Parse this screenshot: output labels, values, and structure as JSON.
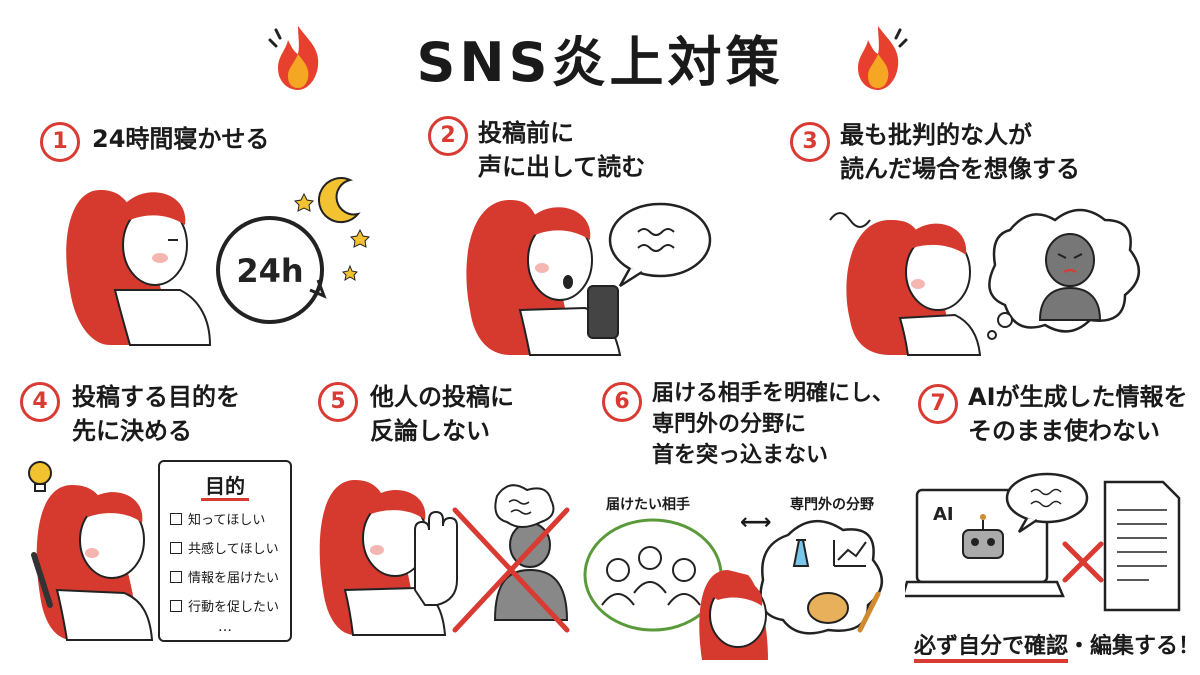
{
  "title": "SNS炎上対策",
  "tips": [
    {
      "num": "1",
      "lines": [
        "24時間寝かせる"
      ]
    },
    {
      "num": "2",
      "lines": [
        "投稿前に",
        "声に出して読む"
      ]
    },
    {
      "num": "3",
      "lines": [
        "最も批判的な人が",
        "読んだ場合を想像する"
      ]
    },
    {
      "num": "4",
      "lines": [
        "投稿する目的を",
        "先に決める"
      ]
    },
    {
      "num": "5",
      "lines": [
        "他人の投稿に",
        "反論しない"
      ]
    },
    {
      "num": "6",
      "lines": [
        "届ける相手を明確にし、",
        "専門外の分野に",
        "首を突っ込まない"
      ]
    },
    {
      "num": "7",
      "lines": [
        "AIが生成した情報を",
        "そのまま使わない"
      ]
    }
  ],
  "clock_label": "24h",
  "purpose_list": {
    "heading": "目的",
    "items": [
      "知ってほしい",
      "共感してほしい",
      "情報を届けたい",
      "行動を促したい"
    ],
    "ellipsis": "…"
  },
  "tip6_labels": {
    "target": "届けたい相手",
    "arrow": "⟷",
    "outside": "専門外の分野"
  },
  "ai_screen_label": "AI",
  "final_message": {
    "underlined": "必ず自分で確認",
    "rest": "・編集する！"
  },
  "colors": {
    "accent": "#d93a32",
    "hair": "#d63a2f",
    "bubble_gray": "#8a8a8a",
    "green": "#5a9a3a",
    "star": "#f2c230"
  },
  "icons": [
    "flame-icon",
    "moon-icon",
    "star-icon",
    "clock-icon",
    "speech-bubble-icon",
    "smartphone-icon",
    "thought-cloud-icon",
    "angry-person-icon",
    "lightbulb-icon",
    "pencil-icon",
    "stop-hand-icon",
    "cross-icon",
    "flask-icon",
    "chart-icon",
    "palette-icon",
    "laptop-icon",
    "robot-icon",
    "document-icon"
  ]
}
